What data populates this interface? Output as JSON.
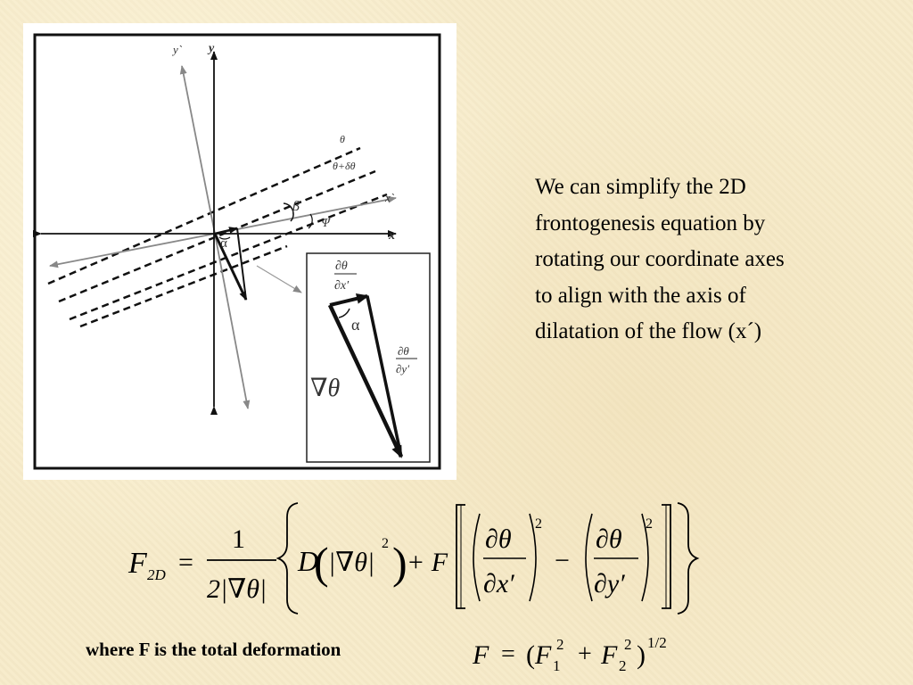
{
  "diagram": {
    "labels": {
      "y_prime": "y`",
      "y": "y",
      "theta": "θ",
      "theta_plus_dtheta": "θ+δθ",
      "x_prime": "x`",
      "beta": "β",
      "psi": "Ψ",
      "x": "x",
      "alpha": "α"
    },
    "inset": {
      "d_theta_dx_top": "∂θ",
      "d_theta_dx_bottom": "∂x′",
      "alpha": "α",
      "grad_theta": "∇θ",
      "d_theta_dy_top": "∂θ",
      "d_theta_dy_bottom": "∂y′"
    }
  },
  "description": {
    "lines": [
      "We can simplify the 2D",
      "frontogenesis equation by",
      "rotating our coordinate axes",
      "to align with the axis of",
      "dilatation of the flow (x´)"
    ]
  },
  "equation": {
    "F": "F",
    "sub_2D": "2D",
    "equals": "=",
    "one": "1",
    "two_grad_theta": "2|∇θ|",
    "D": "D",
    "grad_theta_abs": "|∇θ|",
    "sq": "2",
    "plus_F": "+ F",
    "partial_theta": "∂θ",
    "partial_x": "∂x′",
    "partial_y": "∂y′",
    "minus": "−"
  },
  "footnote": {
    "text": "where F is the total deformation"
  },
  "equation2": {
    "F": "F",
    "equals": "=",
    "open": "(",
    "F1": "F",
    "sub1": "1",
    "sup1": "2",
    "plus": "+",
    "F2": "F",
    "sub2": "2",
    "sup2": "2",
    "close": ")",
    "exp": "1/2"
  }
}
